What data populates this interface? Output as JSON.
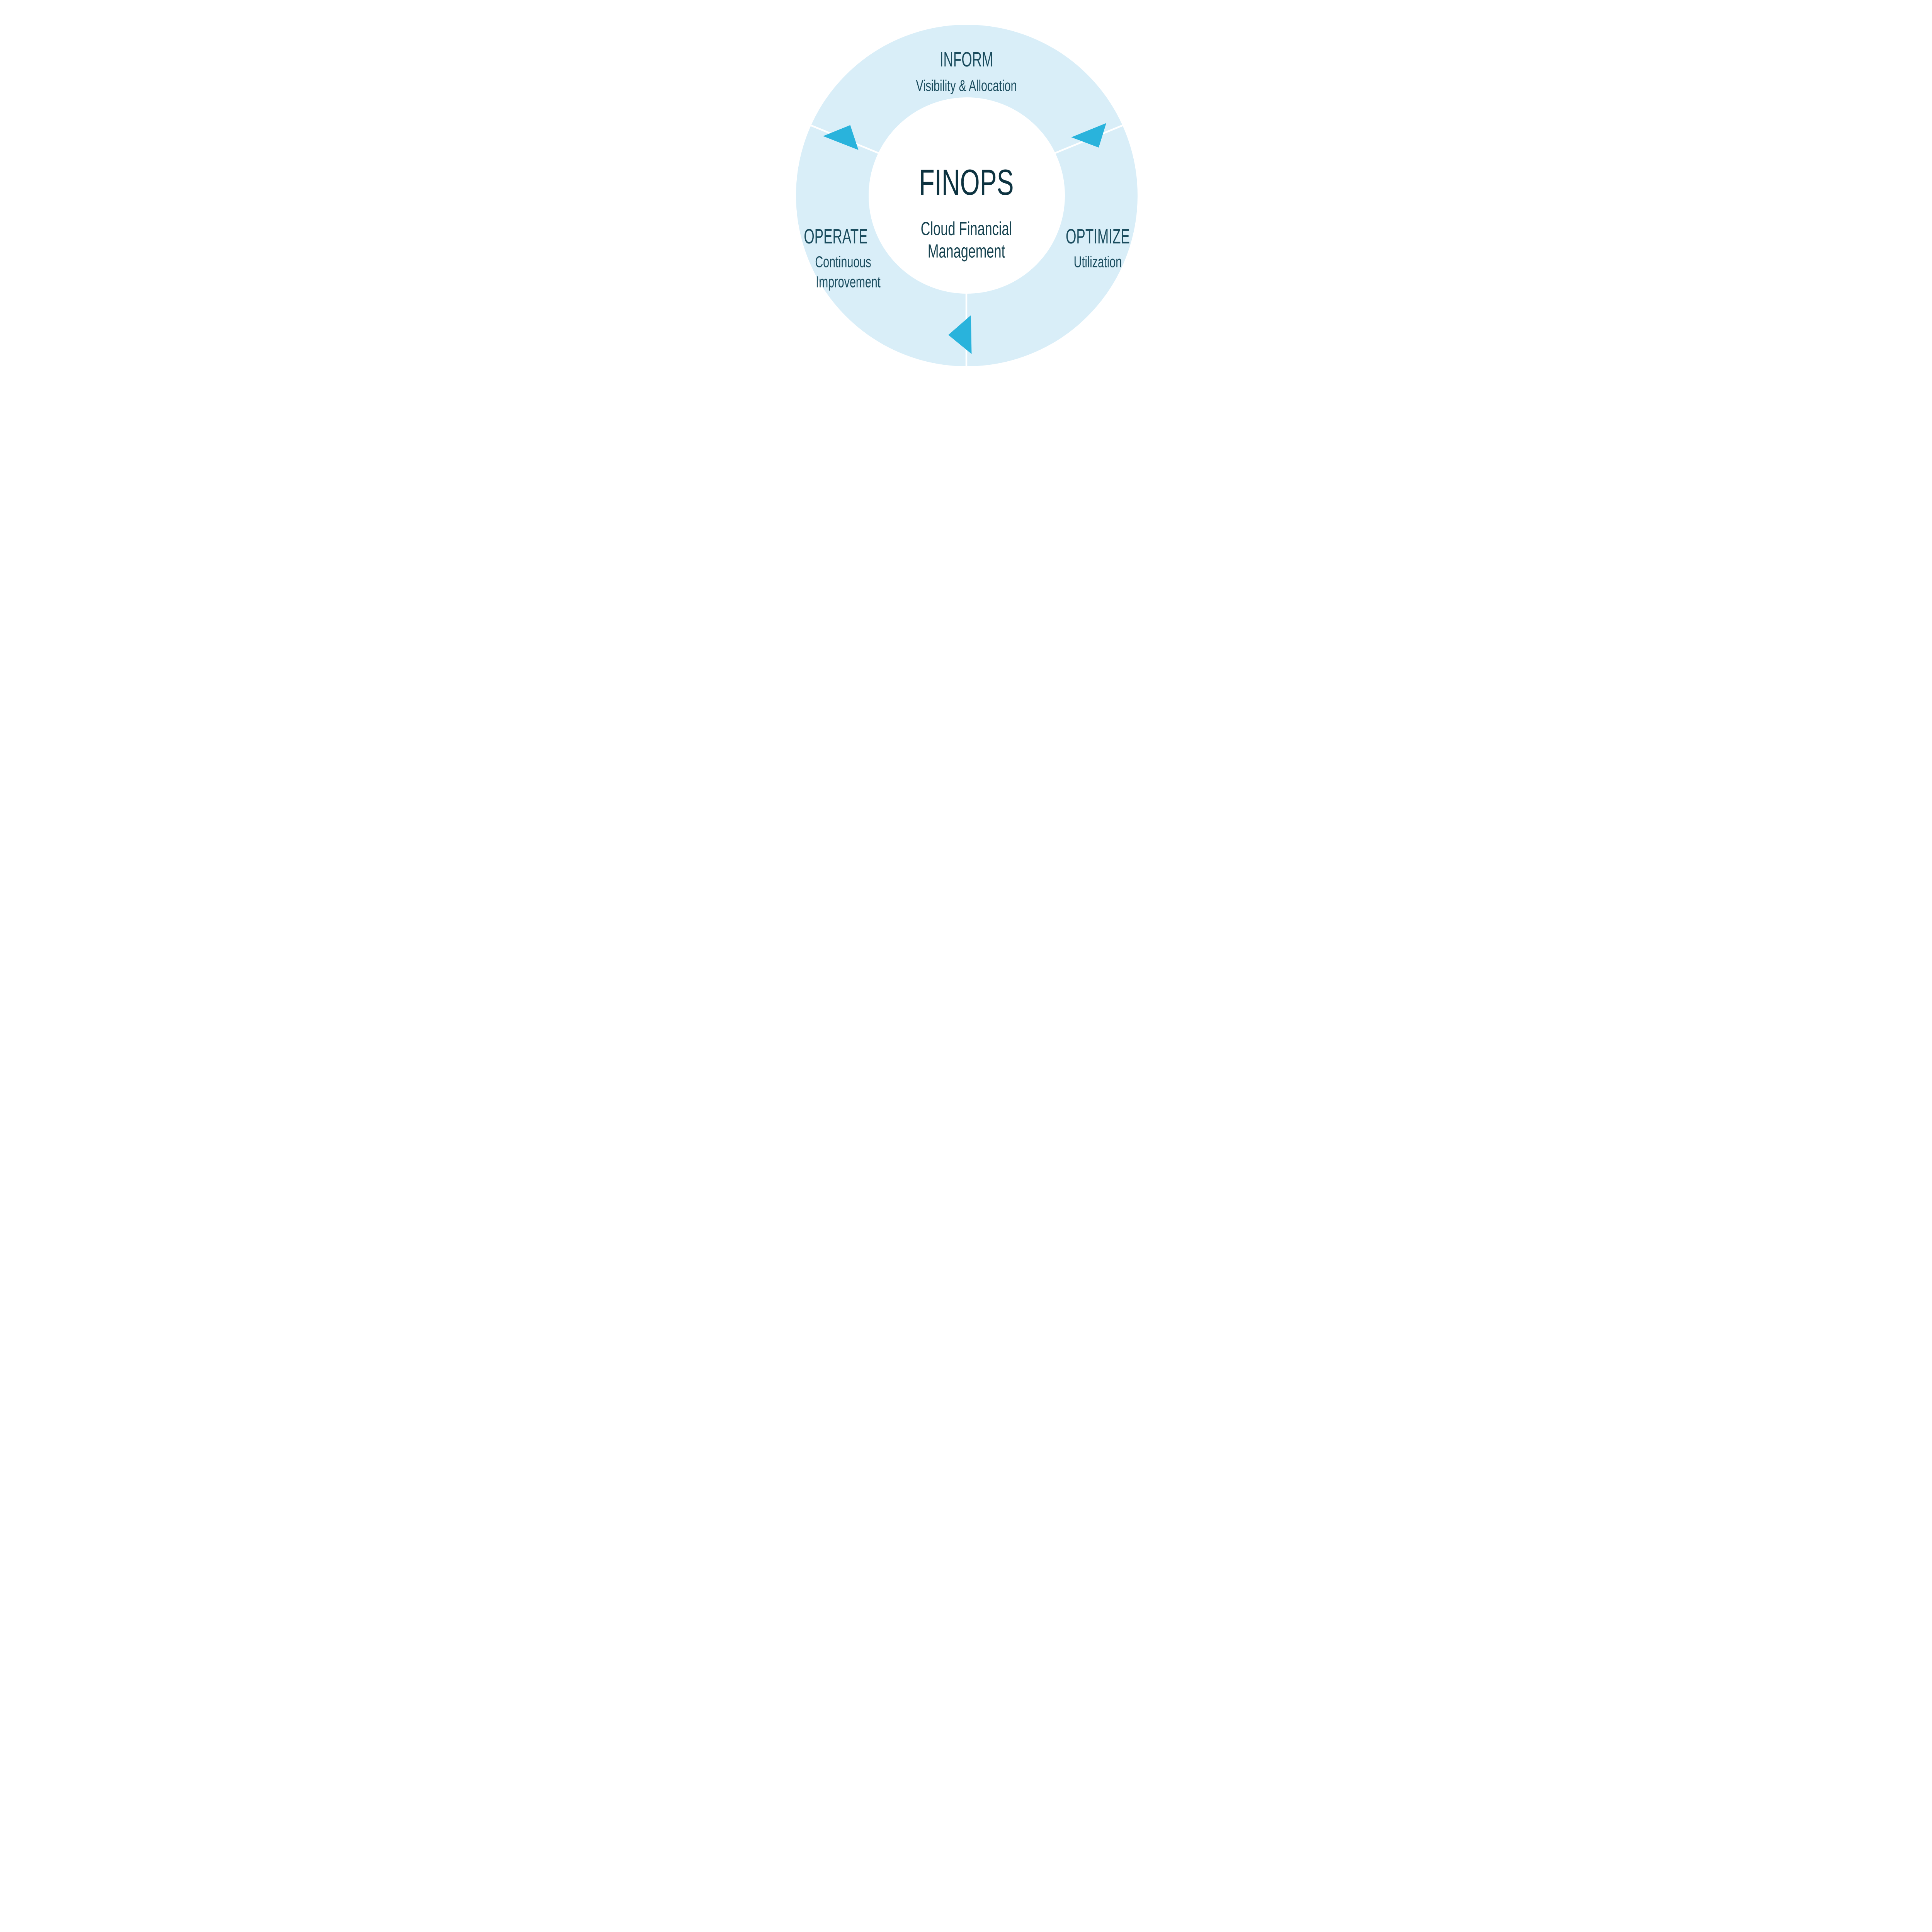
{
  "diagram": {
    "center": {
      "title": "FINOPS",
      "subtitle_line1": "Cloud Financial",
      "subtitle_line2": "Management"
    },
    "segments": {
      "inform": {
        "label": "INFORM",
        "description": "Visibility & Allocation"
      },
      "optimize": {
        "label": "OPTIMIZE",
        "description": "Utilization"
      },
      "operate": {
        "label": "OPERATE",
        "description_line1": "Continuous",
        "description_line2": "Improvement"
      }
    },
    "icons": {
      "cycle_arrow": "left-pointing-triangle"
    },
    "colors": {
      "background": "#ffffff",
      "ring": "#d9eef8",
      "divider": "#ffffff",
      "arrow": "#29b3dc",
      "segment_label": "#1a4c5e",
      "center_title": "#0d3340",
      "center_subtitle": "#16424f"
    }
  }
}
